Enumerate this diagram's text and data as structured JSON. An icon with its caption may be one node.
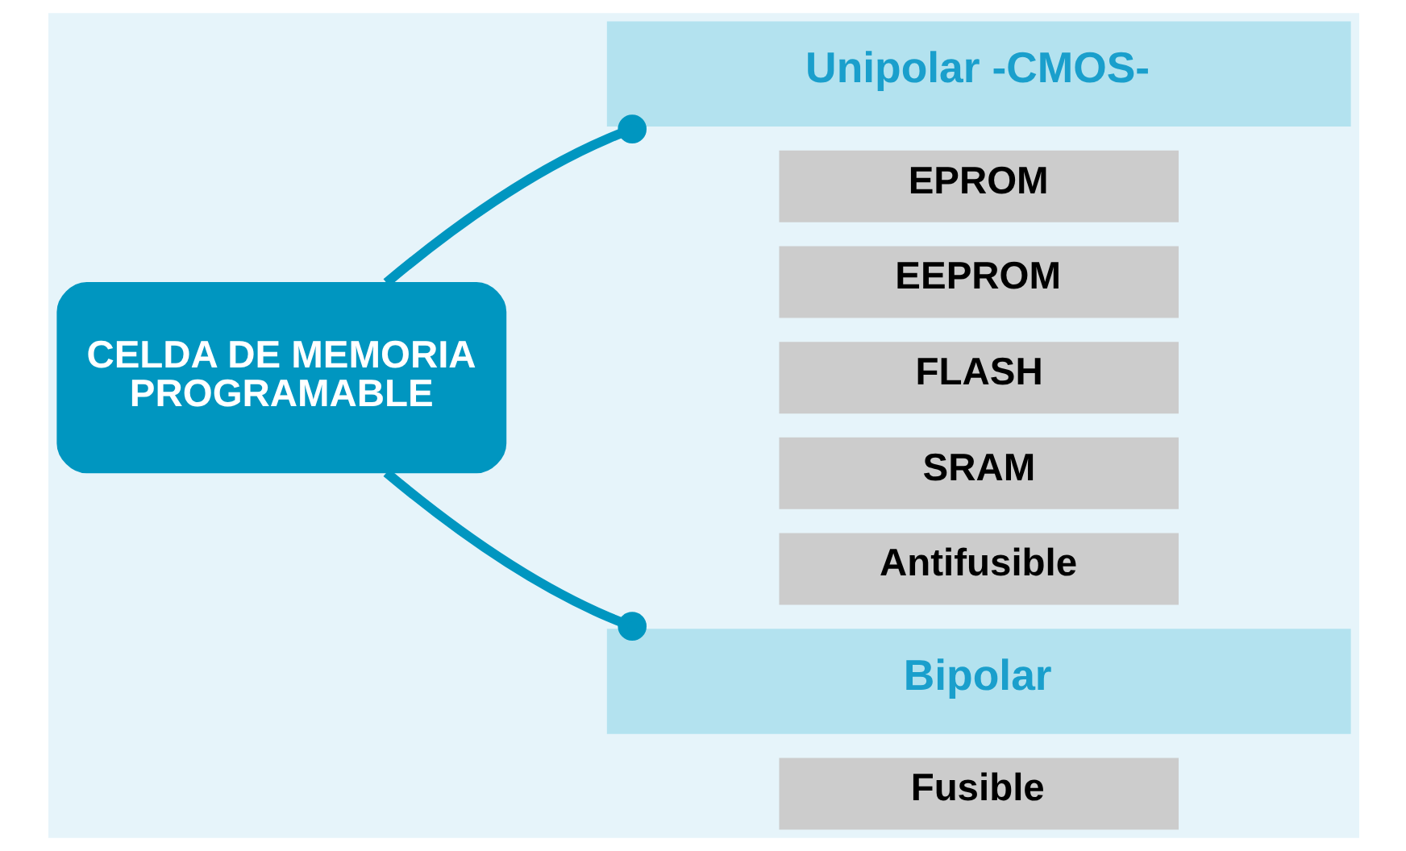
{
  "diagram": {
    "nodes": [
      {
        "text": [
          "CELDA DE MEMORIA PROGRAMABLE"
        ]
      },
      {
        "text": [
          "Unipolar -CMOS-"
        ]
      },
      {
        "text": [
          "EPROM"
        ]
      },
      {
        "text": [
          "EEPROM"
        ]
      },
      {
        "text": [
          "FLASH"
        ]
      },
      {
        "text": [
          "SRAM"
        ]
      },
      {
        "text": [
          "Antifusible"
        ]
      },
      {
        "text": [
          "Bipolar"
        ]
      },
      {
        "text": [
          "Fusible"
        ]
      }
    ],
    "edges": [
      {
        "from": 0,
        "to": 1,
        "arrow": "other"
      },
      {
        "from": 0,
        "to": 7,
        "arrow": "other"
      }
    ]
  }
}
